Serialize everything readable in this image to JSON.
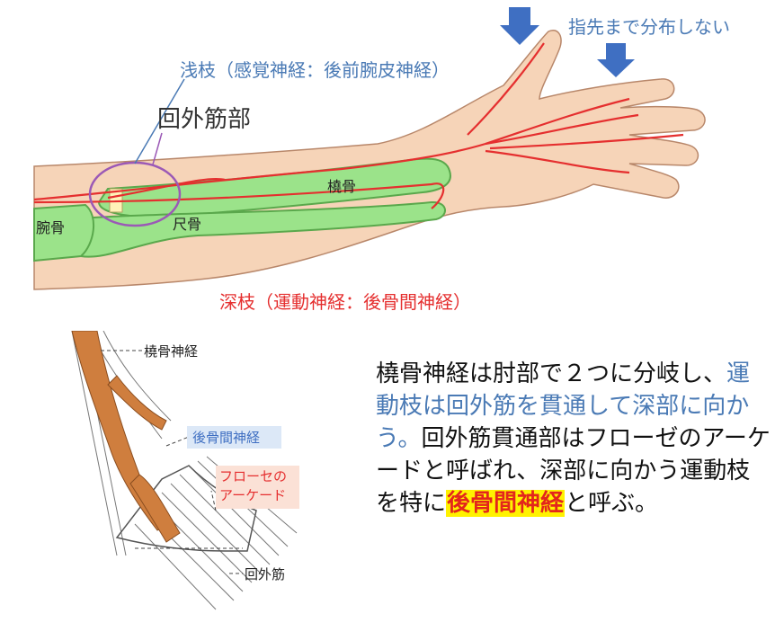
{
  "top_figure": {
    "labels": {
      "finger_note": "指先まで分布しない",
      "superficial_branch": "浅枝（感覚神経：後前腕皮神経）",
      "supinator_region": "回外筋部",
      "radius": "橈骨",
      "ulna": "尺骨",
      "humerus": "腕骨",
      "deep_branch": "深枝（運動神経：後骨間神経）"
    },
    "colors": {
      "bone": "#9be38a",
      "skin": "#f6d4b8",
      "nerve": "#e52f2f",
      "circle": "#9b59b6",
      "arrow": "#3f6fc2",
      "text_blue": "#4a7ab5"
    }
  },
  "bottom_figure": {
    "labels": {
      "radial_nerve": "橈骨神経",
      "posterior_interosseous": "後骨間神経",
      "arcade_line1": "フローセの",
      "arcade_line2": "アーケード",
      "supinator": "回外筋"
    },
    "colors": {
      "nerve": "#cf7e3e",
      "highlight_blue": "#dce8f7",
      "highlight_pink": "#fbe1d6"
    }
  },
  "explanation": {
    "part1": "橈骨神経は肘部で２つに分岐し、",
    "part2": "運動枝は回外筋を貫通して深部に向かう。",
    "part3": "回外筋貫通部はフローゼのアーケードと呼ばれ、深部に向かう運動枝を特に",
    "highlight": "後骨間神経",
    "part4": "と呼ぶ。"
  }
}
